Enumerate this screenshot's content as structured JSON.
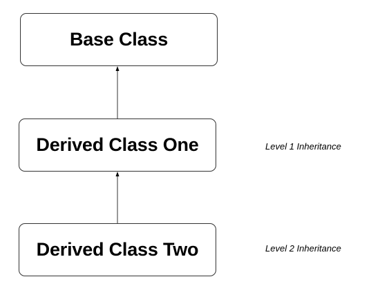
{
  "diagram": {
    "nodes": [
      {
        "id": "base",
        "label": "Base Class"
      },
      {
        "id": "derived_one",
        "label": "Derived Class One"
      },
      {
        "id": "derived_two",
        "label": "Derived Class Two"
      }
    ],
    "edges": [
      {
        "from": "derived_one",
        "to": "base"
      },
      {
        "from": "derived_two",
        "to": "derived_one"
      }
    ],
    "annotations": {
      "level1": "Level 1 Inheritance",
      "level2": "Level 2 Inheritance"
    }
  }
}
